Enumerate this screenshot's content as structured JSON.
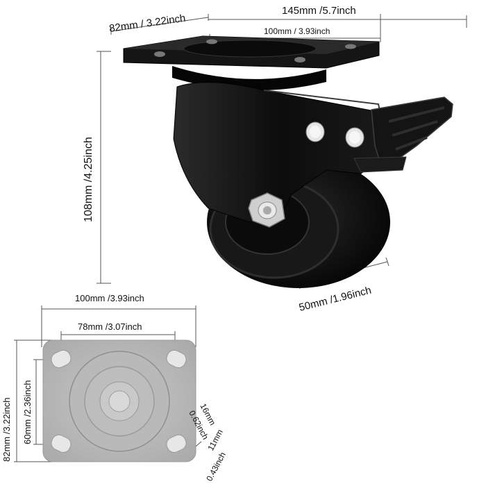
{
  "dimensions": {
    "top_plate_width": "82mm / 3.22inch",
    "overall_length": "145mm /5.7inch",
    "hole_spacing_top": "100mm / 3.93inch",
    "height": "108mm /4.25inch",
    "wheel_width": "50mm /1.96inch",
    "plate_width_bottom": "100mm /3.93inch",
    "hole_spacing_x": "78mm /3.07inch",
    "plate_height_bottom": "82mm /3.22inch",
    "hole_spacing_y": "60mm /2.36inch",
    "slot_length_mm": "16mm",
    "slot_length_inch": "0.62inch",
    "slot_width_mm": "11mm",
    "slot_width_inch": "0.43inch"
  },
  "colors": {
    "caster_body": "#101010",
    "plate_bottom_view": "#b3b3b3",
    "dimension_lines": "#444444"
  }
}
